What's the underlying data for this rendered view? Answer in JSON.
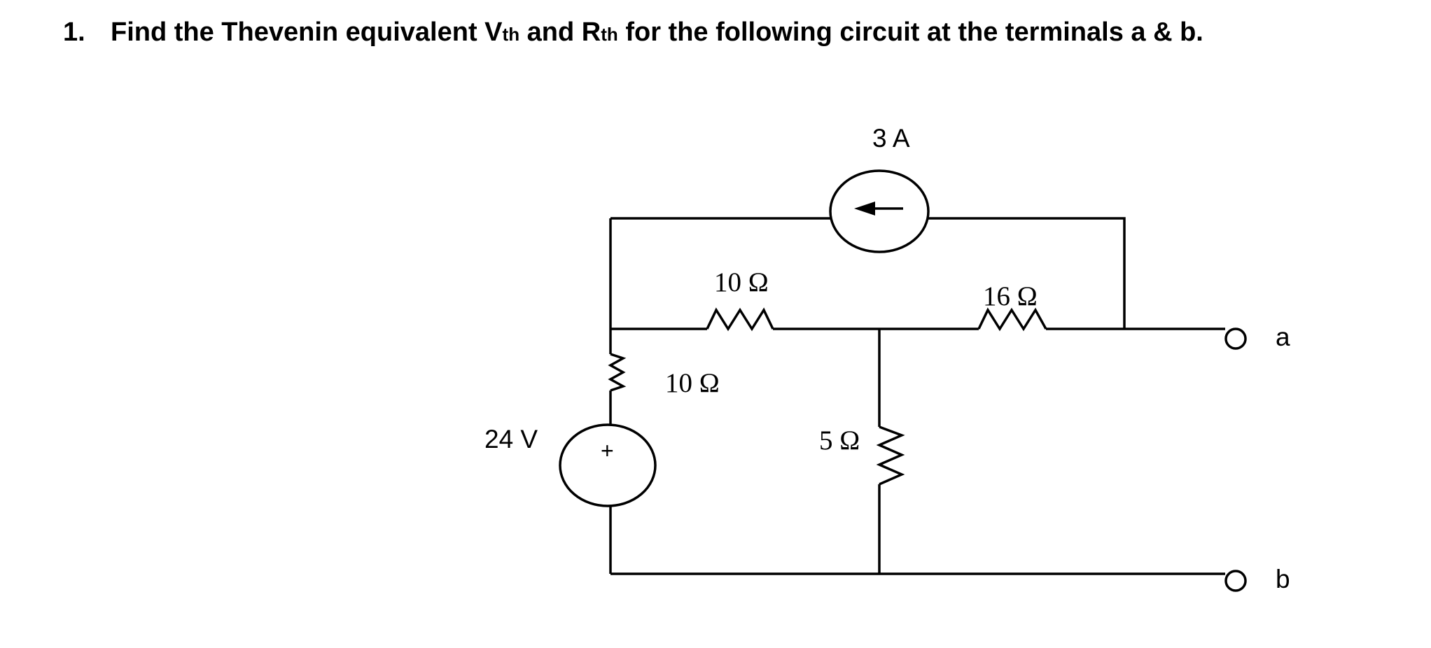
{
  "question": {
    "number": "1.",
    "text_before_vth": "Find the Thevenin equivalent ",
    "vth_main": "V",
    "vth_sub": "th",
    "text_and": " and ",
    "rth_main": "R",
    "rth_sub": "th",
    "text_after": " for the following circuit at the terminals a & b."
  },
  "circuit": {
    "current_source": "3 A",
    "voltage_source": "24 V",
    "voltage_polarity": "+",
    "resistor_top_middle": "10 Ω",
    "resistor_top_right": "16 Ω",
    "resistor_left_vertical": "10 Ω",
    "resistor_center_vertical": "5 Ω",
    "terminal_a": "a",
    "terminal_b": "b"
  }
}
